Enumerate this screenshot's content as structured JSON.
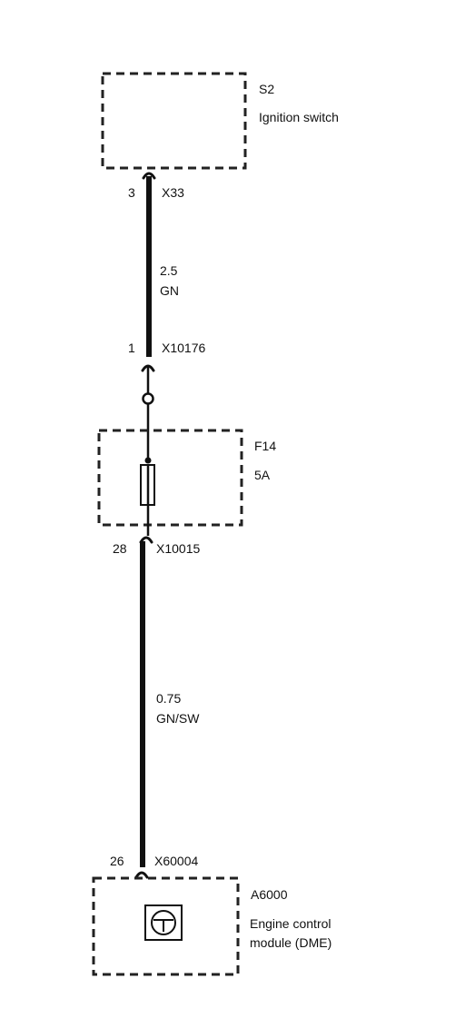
{
  "components": {
    "ignition_switch": {
      "id": "S2",
      "name": "Ignition switch"
    },
    "fuse": {
      "id": "F14",
      "rating": "5A"
    },
    "ecm": {
      "id": "A6000",
      "name_line1": "Engine control",
      "name_line2": "module (DME)"
    }
  },
  "connectors": {
    "x33": {
      "pin": "3",
      "id": "X33"
    },
    "x10176": {
      "pin": "1",
      "id": "X10176"
    },
    "x10015": {
      "pin": "28",
      "id": "X10015"
    },
    "x60004": {
      "pin": "26",
      "id": "X60004"
    }
  },
  "wires": {
    "wire1": {
      "size": "2.5",
      "color": "GN"
    },
    "wire2": {
      "size": "0.75",
      "color": "GN/SW"
    }
  }
}
